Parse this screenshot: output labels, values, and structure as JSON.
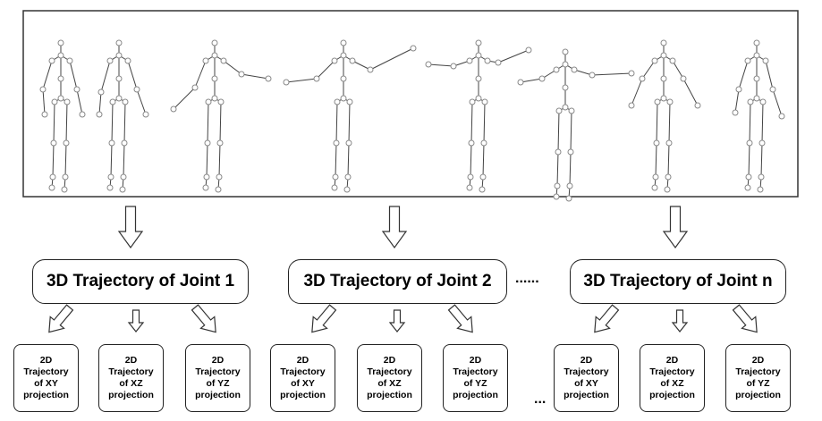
{
  "joints": [
    {
      "label": "3D Trajectory of Joint 1",
      "projections": [
        [
          "2D",
          "Trajectory",
          "of XY",
          "projection"
        ],
        [
          "2D",
          "Trajectory",
          "of XZ",
          "projection"
        ],
        [
          "2D",
          "Trajectory",
          "of YZ",
          "projection"
        ]
      ]
    },
    {
      "label": "3D Trajectory of Joint 2",
      "projections": [
        [
          "2D",
          "Trajectory",
          "of XY",
          "projection"
        ],
        [
          "2D",
          "Trajectory",
          "of XZ",
          "projection"
        ],
        [
          "2D",
          "Trajectory",
          "of YZ",
          "projection"
        ]
      ]
    },
    {
      "label": "3D Trajectory of Joint n",
      "projections": [
        [
          "2D",
          "Trajectory",
          "of XY",
          "projection"
        ],
        [
          "2D",
          "Trajectory",
          "of XZ",
          "projection"
        ],
        [
          "2D",
          "Trajectory",
          "of YZ",
          "projection"
        ]
      ]
    }
  ],
  "ellipsis_middle": "......",
  "ellipsis_bottom": "...",
  "colors": {
    "line": "#444444",
    "joint": "#888888",
    "border": "#222222"
  }
}
